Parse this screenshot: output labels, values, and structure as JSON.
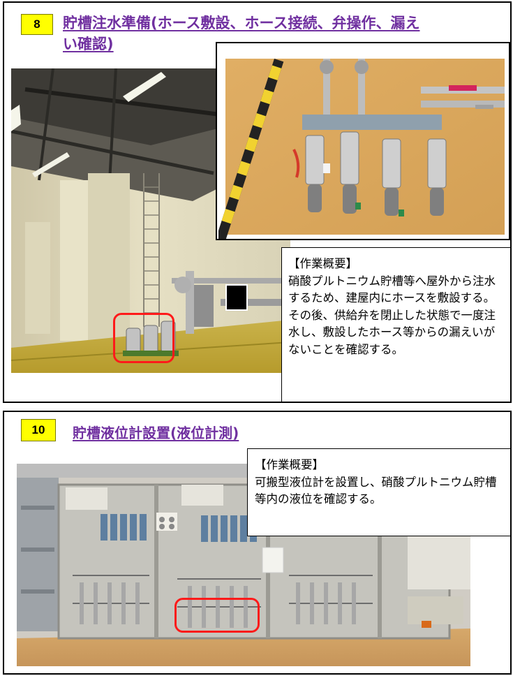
{
  "section8": {
    "number": "8",
    "title_line1": "貯槽注水準備(ホース敷設、ホース接続、弁操作、漏え",
    "title_line2": "い確認)",
    "note_heading": "【作業概要】",
    "note_text": "硝酸プルトニウム貯槽等へ屋外から注水するため、建屋内にホースを敷設する。その後、供給弁を閉止した状態で一度注水し、敷設したホース等からの漏えいがないことを確認する。"
  },
  "section10": {
    "number": "10",
    "title": "貯槽液位計設置(液位計測)",
    "note_heading": "【作業概要】",
    "note_text": "可搬型液位計を設置し、硝酸プルトニウム貯槽等内の液位を確認する。"
  },
  "colors": {
    "title": "#7030a0",
    "badge": "#ffff00",
    "highlight": "#ff1a1a"
  }
}
